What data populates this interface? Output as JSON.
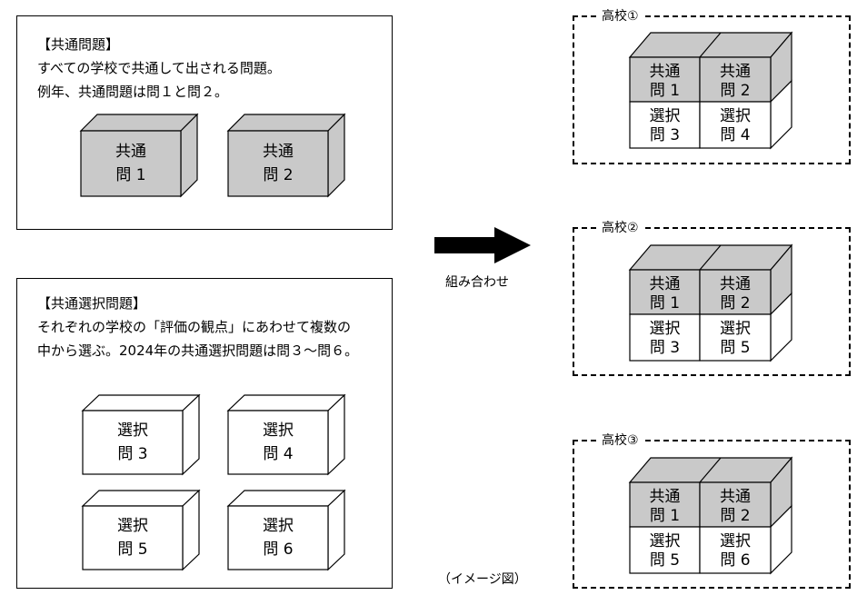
{
  "common_panel": {
    "title": "【共通問題】",
    "lines": [
      "すべての学校で共通して出される問題。",
      "例年、共通問題は問１と問２。"
    ],
    "blocks": [
      {
        "line1": "共通",
        "line2": "問 1"
      },
      {
        "line1": "共通",
        "line2": "問 2"
      }
    ]
  },
  "elective_panel": {
    "title": "【共通選択問題】",
    "lines": [
      "それぞれの学校の「評価の観点」にあわせて複数の",
      "中から選ぶ。2024年の共通選択問題は問３～問６。"
    ],
    "blocks": [
      {
        "line1": "選択",
        "line2": "問 3"
      },
      {
        "line1": "選択",
        "line2": "問 4"
      },
      {
        "line1": "選択",
        "line2": "問 5"
      },
      {
        "line1": "選択",
        "line2": "問 6"
      }
    ]
  },
  "arrow_label": "組み合わせ",
  "caption": "（イメージ図）",
  "schools": [
    {
      "label": "高校①",
      "cells": [
        [
          "共通",
          "問 1"
        ],
        [
          "共通",
          "問 2"
        ],
        [
          "選択",
          "問 3"
        ],
        [
          "選択",
          "問 4"
        ]
      ]
    },
    {
      "label": "高校②",
      "cells": [
        [
          "共通",
          "問 1"
        ],
        [
          "共通",
          "問 2"
        ],
        [
          "選択",
          "問 3"
        ],
        [
          "選択",
          "問 5"
        ]
      ]
    },
    {
      "label": "高校③",
      "cells": [
        [
          "共通",
          "問 1"
        ],
        [
          "共通",
          "問 2"
        ],
        [
          "選択",
          "問 5"
        ],
        [
          "選択",
          "問 6"
        ]
      ]
    }
  ],
  "colors": {
    "common_fill": "#c9c9c9",
    "elective_fill": "#ffffff",
    "stroke": "#000000"
  }
}
